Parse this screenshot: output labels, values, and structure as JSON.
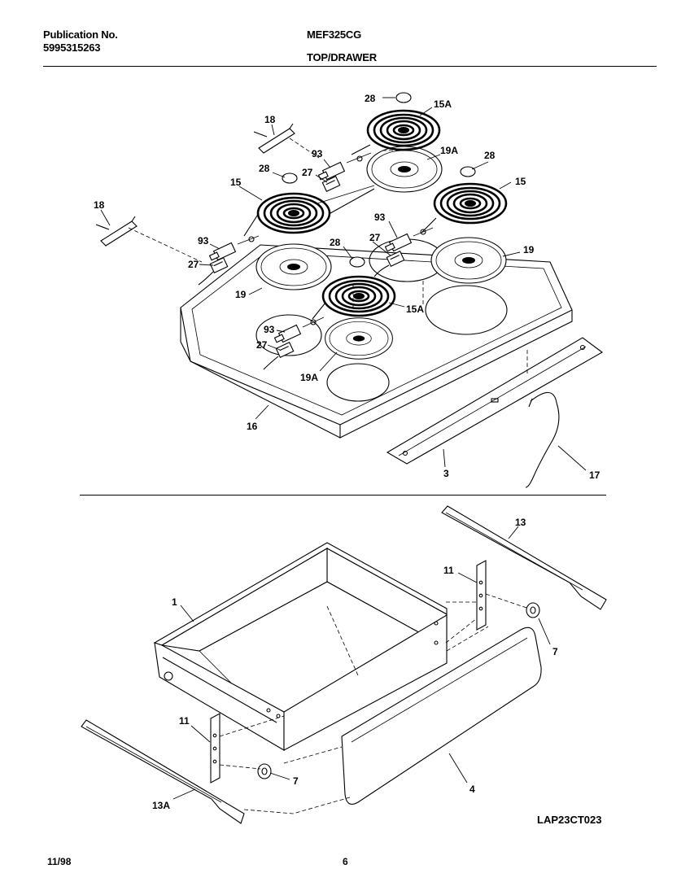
{
  "header": {
    "publication_label": "Publication No.",
    "publication_number": "5995315263",
    "model": "MEF325CG",
    "section": "TOP/DRAWER"
  },
  "footer": {
    "date": "11/98",
    "page": "6",
    "drawing_code": "LAP23CT023"
  },
  "callouts": {
    "c28a": "28",
    "c15a_top": "15A",
    "c18a": "18",
    "c93a": "93",
    "c19a_top": "19A",
    "c28b": "28",
    "c28c": "28",
    "c27a": "27",
    "c15_left": "15",
    "c15_right": "15",
    "c18b": "18",
    "c93b": "93",
    "c93c": "93",
    "c27b": "27",
    "c27c": "27",
    "c28d": "28",
    "c19_right": "19",
    "c19_left": "19",
    "c15a_front": "15A",
    "c93d": "93",
    "c27d": "27",
    "c19a_front": "19A",
    "c16": "16",
    "c3": "3",
    "c17": "17",
    "c13": "13",
    "c11a": "11",
    "c1": "1",
    "c7a": "7",
    "c11b": "11",
    "c7b": "7",
    "c4": "4",
    "c13a": "13A"
  }
}
